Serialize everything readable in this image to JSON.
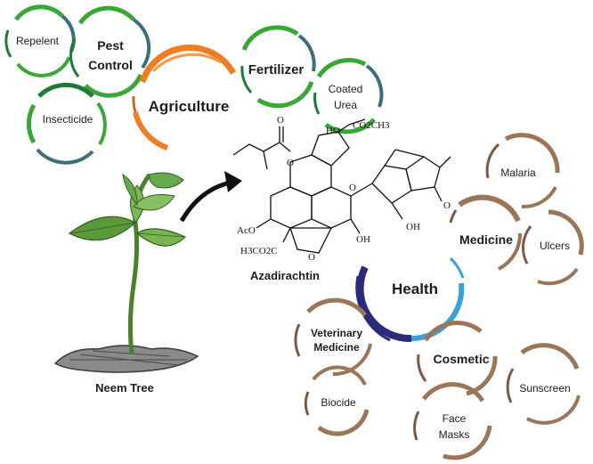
{
  "agriculture": {
    "hub": "Agriculture",
    "pest_control": [
      "Pest",
      "Control"
    ],
    "fertilizer": "Fertilizer",
    "repelent": "Repelent",
    "insecticide": "Insecticide",
    "coated_urea": [
      "Coated",
      "Urea"
    ]
  },
  "health": {
    "hub": "Health",
    "medicine": "Medicine",
    "malaria": "Malaria",
    "ulcers": "Ulcers",
    "veterinary_medicine": [
      "Veterinary",
      "Medicine"
    ],
    "biocide": "Biocide",
    "cosmetic": "Cosmetic",
    "sunscreen": "Sunscreen",
    "face_masks": [
      "Face",
      "Masks"
    ]
  },
  "compound": {
    "name": "Azadirachtin",
    "groups": {
      "ho": "HO",
      "co2ch3_top": "CO2CH3",
      "aco": "AcO",
      "h3co2c": "H3CO2C",
      "oh_bottom": "OH",
      "oh_right": "OH",
      "o": "O"
    }
  },
  "plant": {
    "label": "Neem Tree"
  },
  "colors": {
    "green": "#3aa636",
    "dark_green": "#1f7a3a",
    "teal": "#3c6f7d",
    "orange": "#ef7d22",
    "brown": "#9b7558",
    "navy": "#2c2a7a",
    "sky": "#3aa0d8"
  }
}
